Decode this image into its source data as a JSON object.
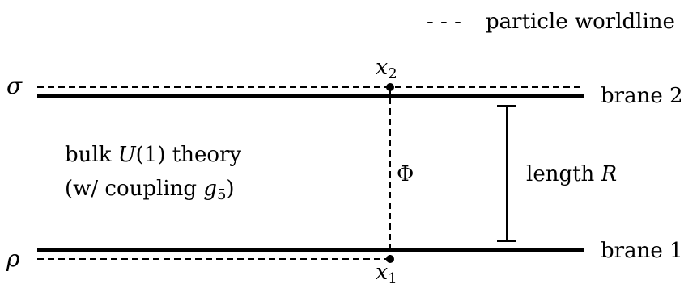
{
  "legend": {
    "symbol": "- - -",
    "label": "particle worldline"
  },
  "brane_top": {
    "label": "brane 2",
    "worldline_symbol": "σ",
    "point_label": "x",
    "point_sub": "2"
  },
  "brane_bottom": {
    "label": "brane 1",
    "worldline_symbol": "ρ",
    "point_label": "x",
    "point_sub": "1"
  },
  "bulk": {
    "line1_a": "bulk ",
    "line1_var": "U",
    "line1_b": "(1) theory",
    "line2_a": "(w/ coupling ",
    "line2_var": "g",
    "line2_sub": "5",
    "line2_b": ")"
  },
  "field": {
    "label": "Φ"
  },
  "length": {
    "label": "length ",
    "var": "R"
  }
}
